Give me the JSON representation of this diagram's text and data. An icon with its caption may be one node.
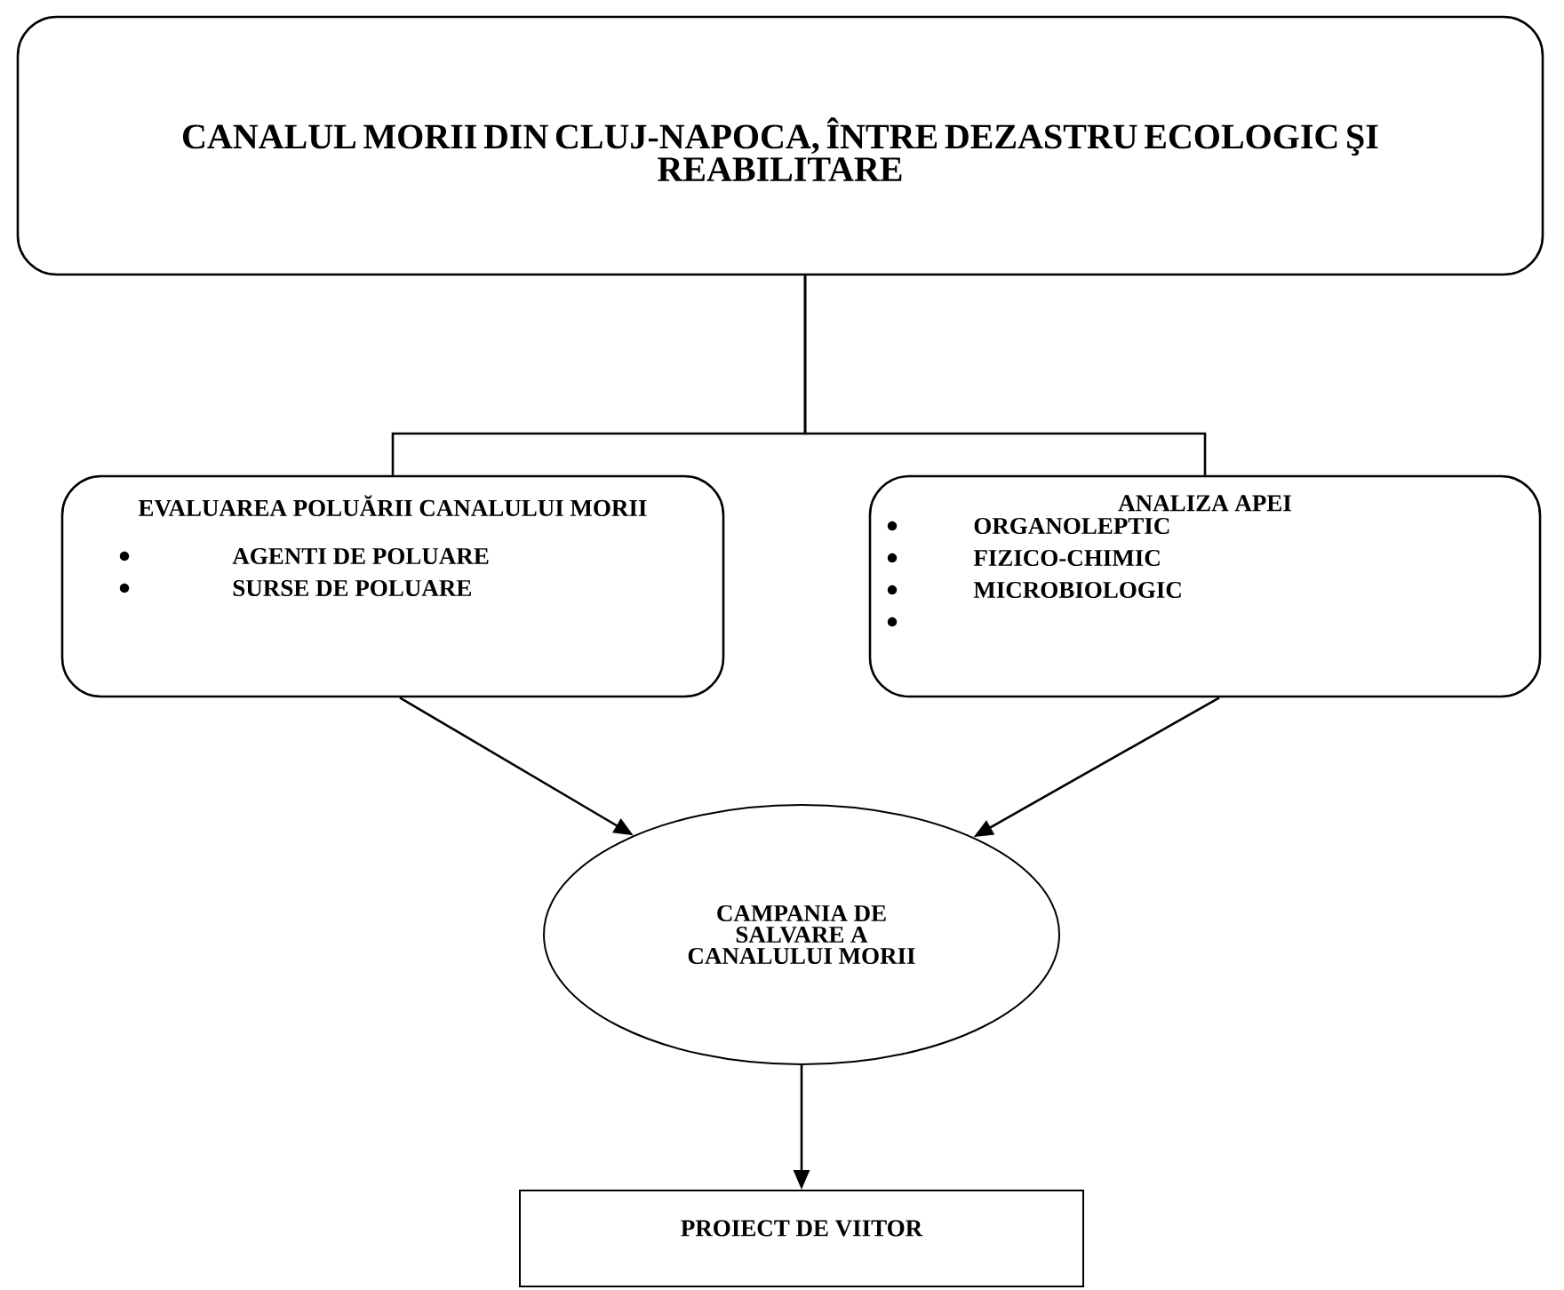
{
  "diagram": {
    "nodes": [
      {
        "text": [
          "CANALUL MORII DIN CLUJ-NAPOCA, ÎNTRE DEZASTRU ECOLOGIC ŞI REABILITARE"
        ]
      },
      {
        "text": [
          "EVALUAREA POLUĂRII CANALULUI MORII",
          "AGENTI DE POLUARE",
          "SURSE DE POLUARE"
        ]
      },
      {
        "text": [
          "ANALIZA APEI",
          "ORGANOLEPTIC",
          "FIZICO-CHIMIC",
          "MICROBIOLOGIC"
        ]
      },
      {
        "text": [
          "CAMPANIA DE SALVARE A CANALULUI MORII"
        ]
      },
      {
        "text": [
          "PROIECT DE VIITOR"
        ]
      }
    ],
    "edges": [
      {
        "from": 0,
        "to": 1,
        "arrow": "none"
      },
      {
        "from": 0,
        "to": 2,
        "arrow": "none"
      },
      {
        "from": 1,
        "to": 3,
        "arrow": "to"
      },
      {
        "from": 2,
        "to": 3,
        "arrow": "to"
      },
      {
        "from": 3,
        "to": 4,
        "arrow": "to"
      }
    ]
  }
}
